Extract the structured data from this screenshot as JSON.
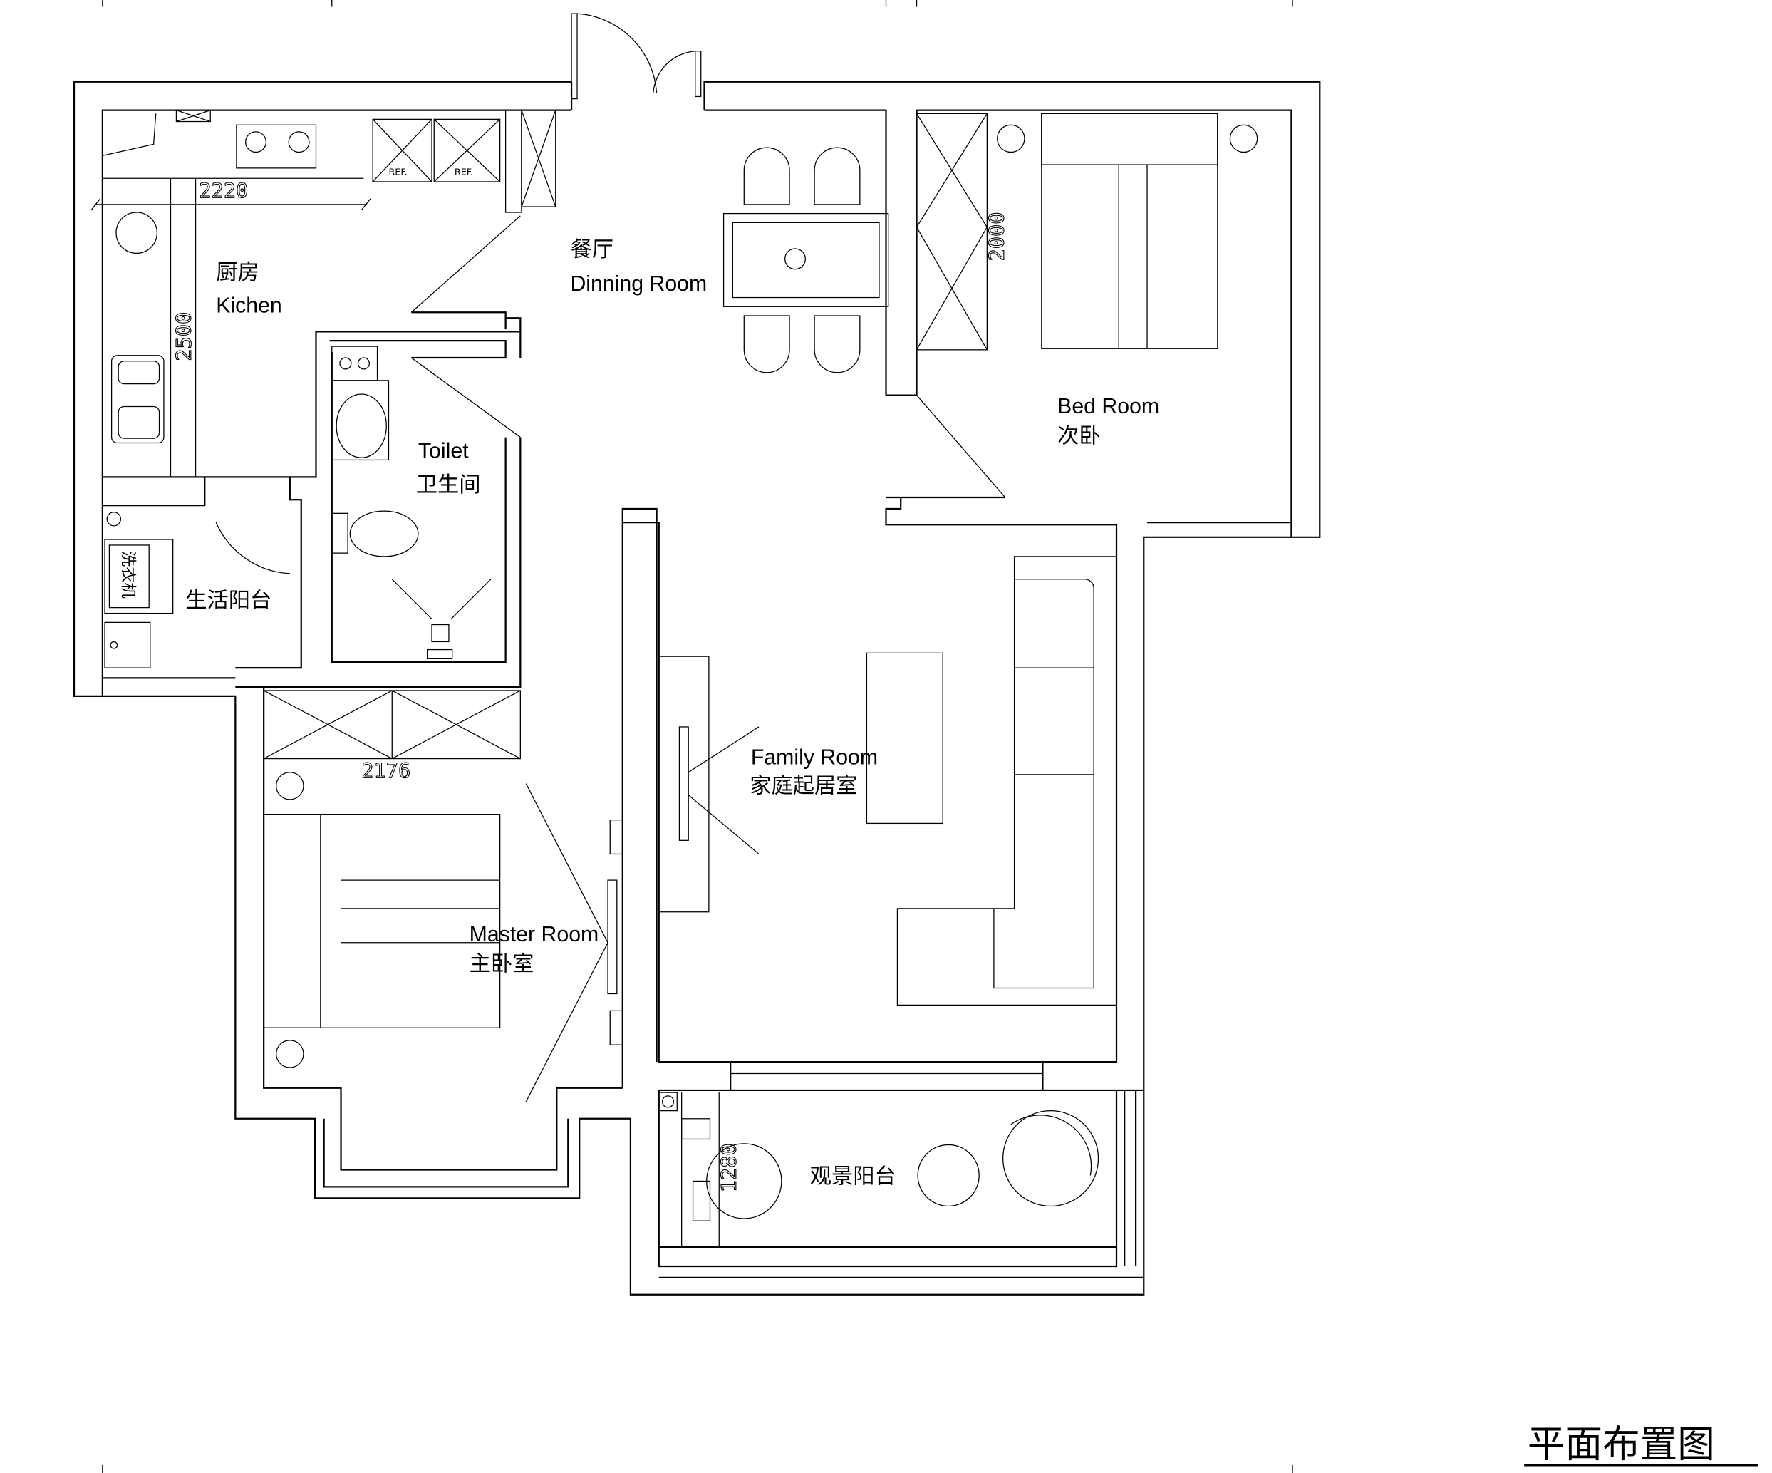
{
  "rooms": {
    "kitchen": {
      "cn": "厨房",
      "en": "Kichen"
    },
    "dining": {
      "cn": "餐厅",
      "en": "Dinning Room"
    },
    "toilet": {
      "en": "Toilet",
      "cn": "卫生间"
    },
    "bedroom": {
      "en": "Bed Room",
      "cn": "次卧"
    },
    "utility_balcony": {
      "cn": "生活阳台"
    },
    "family": {
      "en": "Family Room",
      "cn": "家庭起居室"
    },
    "master": {
      "en": "Master Room",
      "cn": "主卧室"
    },
    "view_balcony": {
      "cn": "观景阳台"
    }
  },
  "fixtures": {
    "washer": "洗衣机",
    "fridge_left": "REF.",
    "fridge_right": "REF."
  },
  "dimensions": {
    "kitchen_width": "2220",
    "kitchen_length": "2500",
    "bed_length": "2000",
    "master_wardrobe": "2176",
    "balcony_depth": "1280"
  },
  "title": "平面布置图"
}
